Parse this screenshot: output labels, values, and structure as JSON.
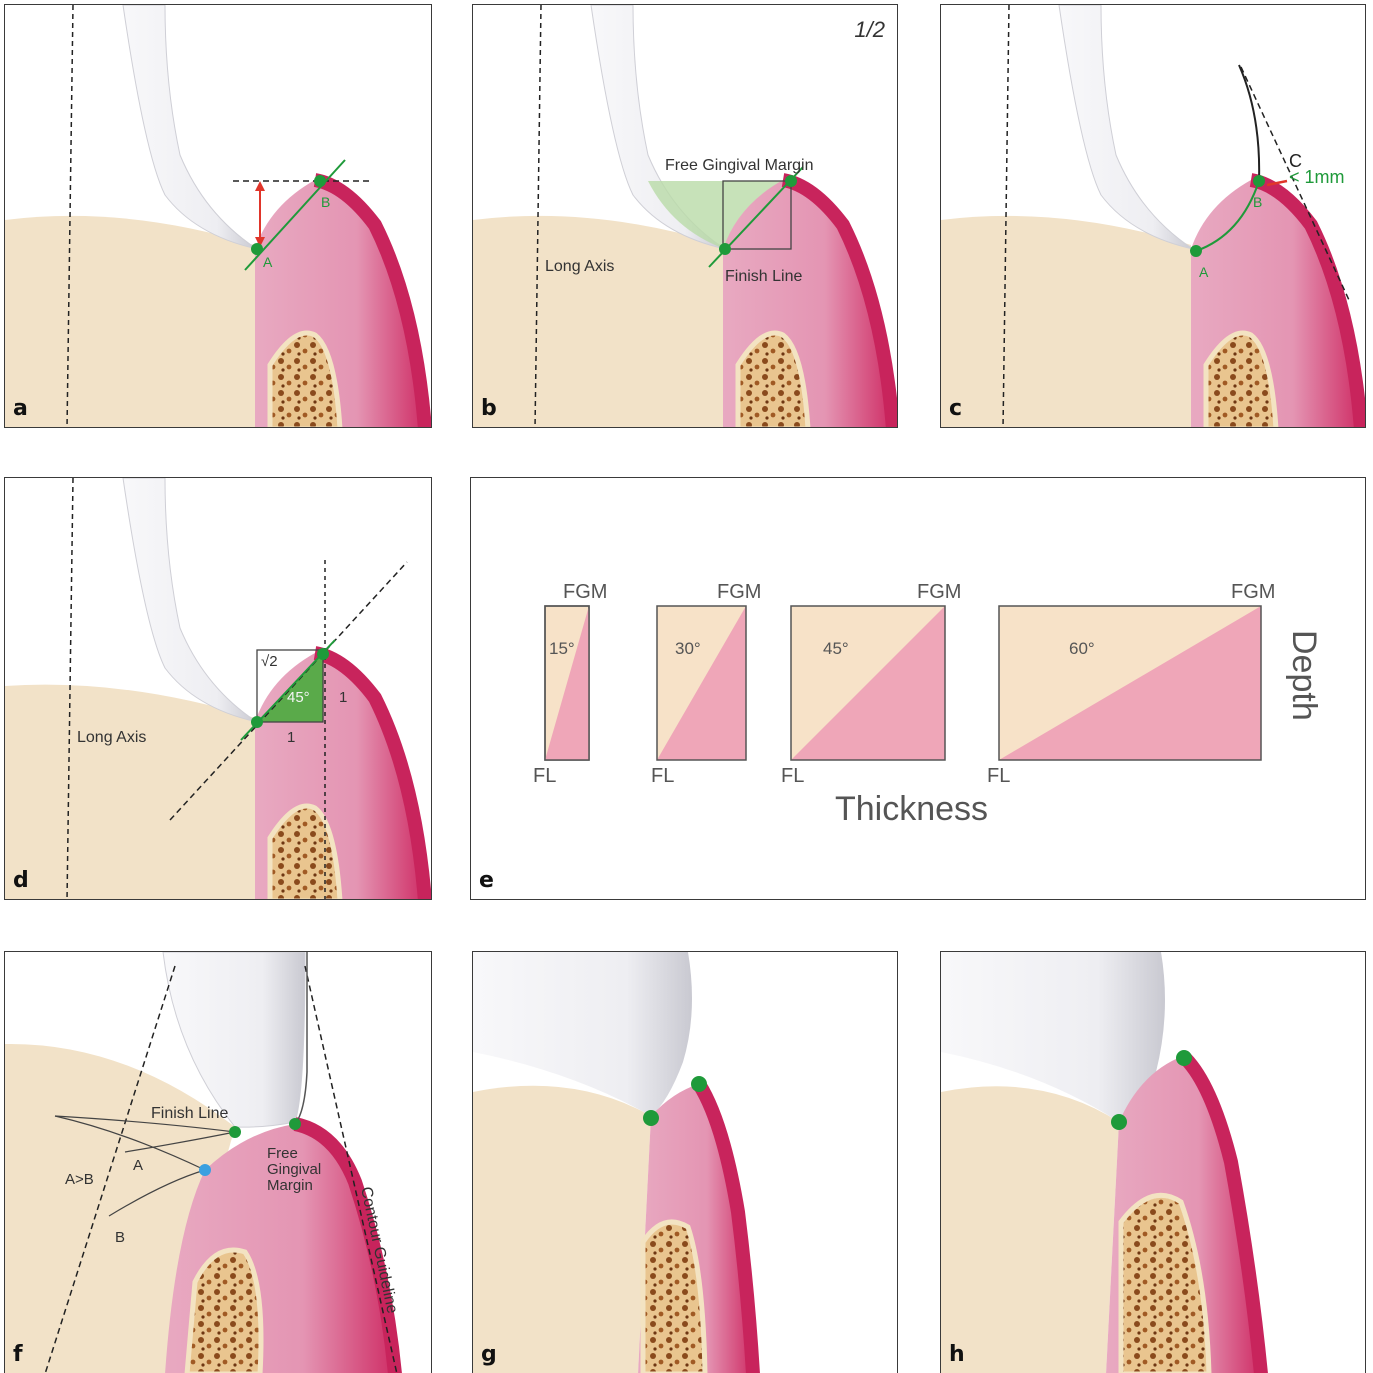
{
  "page_number": "1/2",
  "panels": {
    "a": {
      "letter": "a",
      "point_a": "A",
      "point_b": "B"
    },
    "b": {
      "letter": "b",
      "free_gingival_margin": "Free Gingival Margin",
      "long_axis": "Long Axis",
      "finish_line": "Finish Line"
    },
    "c": {
      "letter": "c",
      "point_a": "A",
      "point_b": "B",
      "point_c": "C",
      "distance": "< 1mm"
    },
    "d": {
      "letter": "d",
      "long_axis": "Long Axis",
      "sqrt2": "√2",
      "angle": "45°",
      "side_vertical": "1",
      "side_horizontal": "1"
    },
    "e": {
      "letter": "e",
      "depth": "Depth",
      "thickness": "Thickness",
      "fgm": "FGM",
      "fl": "FL",
      "angles": [
        "15°",
        "30°",
        "45°",
        "60°"
      ]
    },
    "f": {
      "letter": "f",
      "finish_line": "Finish Line",
      "free_gingival_margin_lines": [
        "Free",
        "Gingival",
        "Margin"
      ],
      "contour_guideline": "Contour Guideline",
      "a_gt_b": "A>B",
      "label_a": "A",
      "label_b": "B"
    },
    "g": {
      "letter": "g"
    },
    "h": {
      "letter": "h"
    }
  },
  "colors": {
    "tooth": "#f2e2c8",
    "gingiva": "#d6417a",
    "gingiva_inner": "#e9aec4",
    "point": "#1f9a3a",
    "point_blue": "#3aa0e0",
    "triangle": "#b9dba8",
    "arrow": "#e0352a",
    "enamel": "#f4f4f6"
  }
}
